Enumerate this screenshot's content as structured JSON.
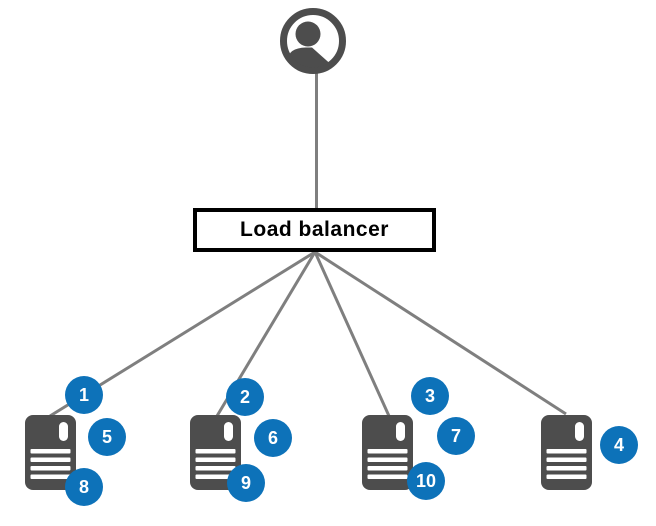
{
  "diagram": {
    "type": "load-balancer-topology",
    "user": {
      "icon": "user-icon"
    },
    "load_balancer": {
      "label": "Load balancer"
    },
    "servers": [
      {
        "name": "server-1",
        "icon": "server-icon",
        "badges": [
          "1",
          "5",
          "8"
        ]
      },
      {
        "name": "server-2",
        "icon": "server-icon",
        "badges": [
          "2",
          "6",
          "9"
        ]
      },
      {
        "name": "server-3",
        "icon": "server-icon",
        "badges": [
          "3",
          "7",
          "10"
        ]
      },
      {
        "name": "server-4",
        "icon": "server-icon",
        "badges": [
          "4"
        ]
      }
    ],
    "connections": [
      {
        "from": "user",
        "to": "load-balancer"
      },
      {
        "from": "load-balancer",
        "to": "server-1"
      },
      {
        "from": "load-balancer",
        "to": "server-2"
      },
      {
        "from": "load-balancer",
        "to": "server-3"
      },
      {
        "from": "load-balancer",
        "to": "server-4"
      }
    ],
    "colors": {
      "badge_blue": "#0d72b9",
      "node_gray": "#4d4d4d",
      "connector_gray": "#7f7f7f",
      "box_border": "#000000",
      "background": "#ffffff"
    }
  }
}
